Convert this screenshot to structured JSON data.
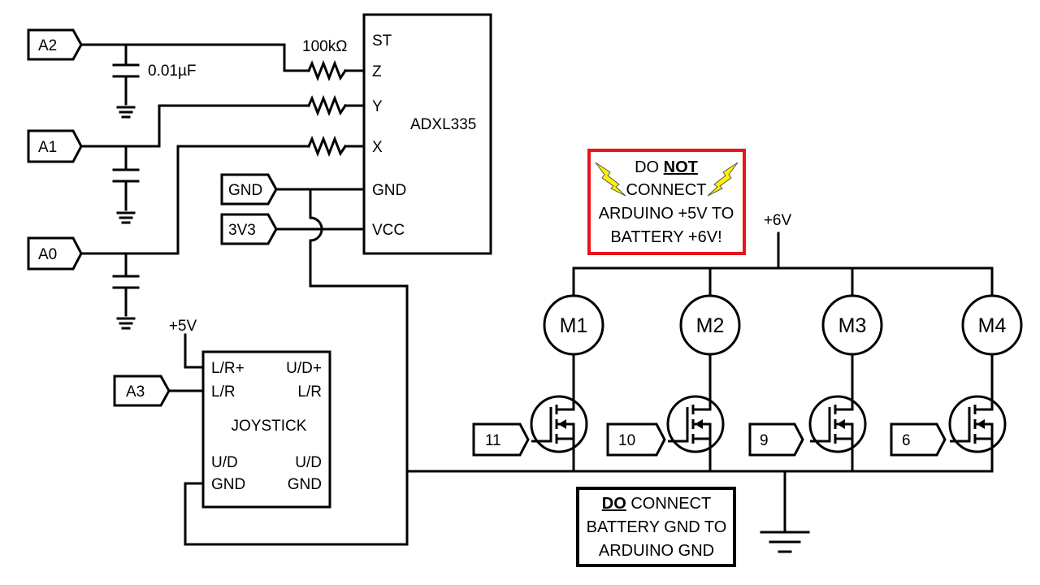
{
  "ports": {
    "a2": "A2",
    "a1": "A1",
    "a0": "A0",
    "a3": "A3",
    "gnd": "GND",
    "v3v3": "3V3",
    "p11": "11",
    "p10": "10",
    "p9": "9",
    "p6": "6"
  },
  "components": {
    "resistor_value": "100kΩ",
    "capacitor_value": "0.01µF",
    "accelerometer": {
      "name": "ADXL335",
      "pins": {
        "st": "ST",
        "z": "Z",
        "y": "Y",
        "x": "X",
        "gnd": "GND",
        "vcc": "VCC"
      }
    },
    "joystick": {
      "name": "JOYSTICK",
      "pins": {
        "lr_plus": "L/R+",
        "ud_plus": "U/D+",
        "lr_left": "L/R",
        "lr_right": "L/R",
        "ud_left": "U/D",
        "ud_right": "U/D",
        "gnd_left": "GND",
        "gnd_right": "GND"
      }
    },
    "motors": [
      "M1",
      "M2",
      "M3",
      "M4"
    ]
  },
  "supplies": {
    "plus5v": "+5V",
    "plus6v": "+6V"
  },
  "warning": {
    "line1_pre": "DO ",
    "line1_emph": "NOT",
    "line2": "CONNECT",
    "line3": "ARDUINO +5V TO",
    "line4": "BATTERY +6V!",
    "border_color": "#e8141a",
    "bolt_color": "#fff200"
  },
  "instruction": {
    "line1_emph": "DO",
    "line1_post": " CONNECT",
    "line2": "BATTERY GND TO",
    "line3": "ARDUINO GND"
  }
}
